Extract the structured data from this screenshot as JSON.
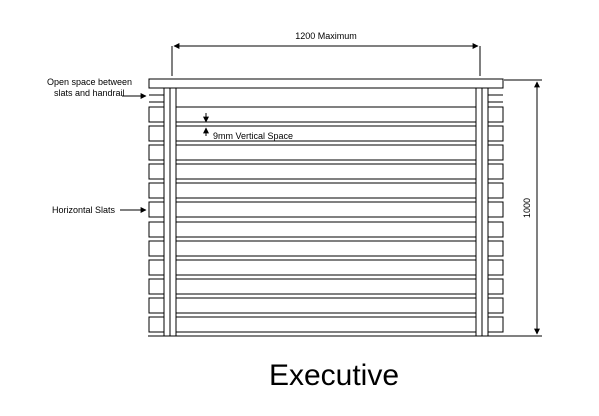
{
  "diagram": {
    "title": "Executive",
    "annotations": {
      "max_width": "1200 Maximum",
      "height": "1000",
      "gap_label": "9mm Vertical Space",
      "open_space_line1": "Open space between",
      "open_space_line2": "slats and handrail",
      "slats_label": "Horizontal Slats"
    },
    "slat_count": 12
  },
  "colors": {
    "line": "#000000",
    "background": "#ffffff"
  }
}
